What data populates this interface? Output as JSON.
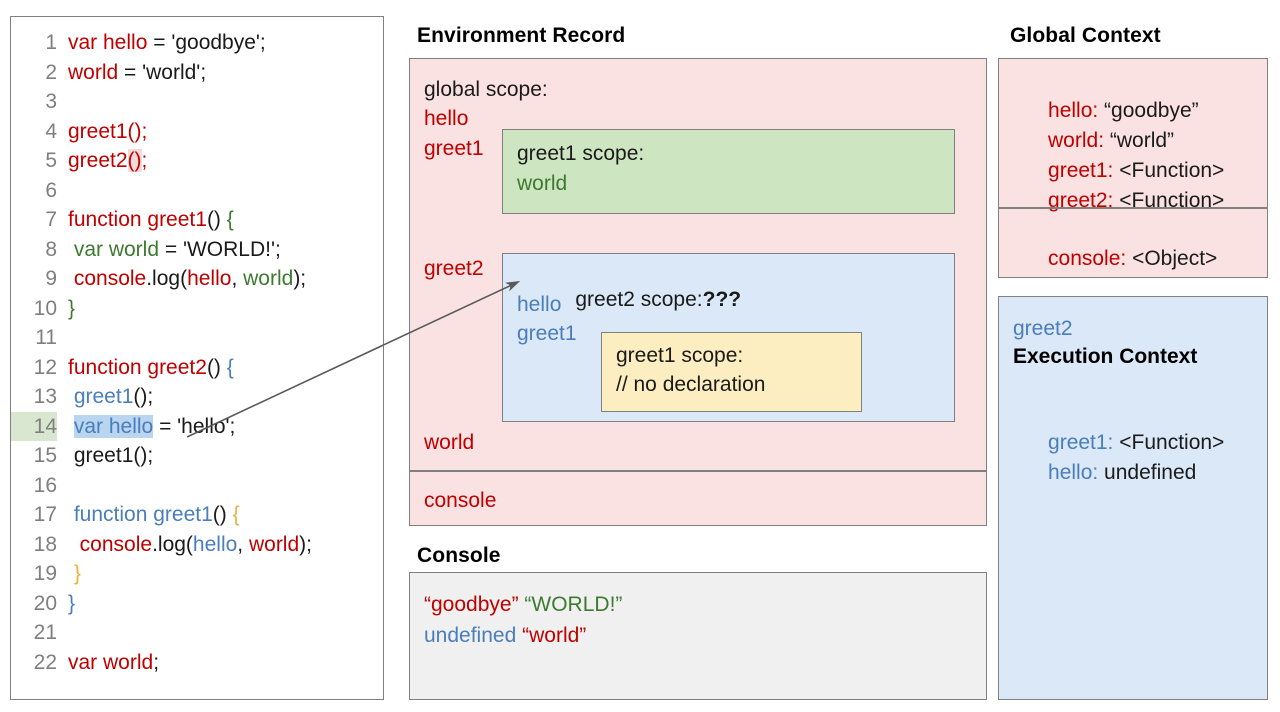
{
  "code_panel": {
    "lines": [
      {
        "num": "1",
        "tokens": [
          {
            "t": "var hello",
            "c": "red"
          },
          {
            "t": " = 'goodbye';",
            "c": "blk"
          }
        ]
      },
      {
        "num": "2",
        "tokens": [
          {
            "t": "world",
            "c": "red"
          },
          {
            "t": " = 'world';",
            "c": "blk"
          }
        ]
      },
      {
        "num": "3",
        "tokens": []
      },
      {
        "num": "4",
        "tokens": [
          {
            "t": "greet1",
            "c": "red"
          },
          {
            "t": "();",
            "c": "red"
          }
        ]
      },
      {
        "num": "5",
        "tokens": [
          {
            "t": "greet2",
            "c": "red"
          },
          {
            "t": "()",
            "c": "red",
            "hl": "pink"
          },
          {
            "t": ";",
            "c": "red"
          }
        ]
      },
      {
        "num": "6",
        "tokens": []
      },
      {
        "num": "7",
        "tokens": [
          {
            "t": "function greet1",
            "c": "red"
          },
          {
            "t": "() ",
            "c": "blk"
          },
          {
            "t": "{",
            "c": "green"
          }
        ]
      },
      {
        "num": "8",
        "tokens": [
          {
            "t": " var world",
            "c": "green"
          },
          {
            "t": " = 'WORLD!';",
            "c": "blk"
          }
        ]
      },
      {
        "num": "9",
        "tokens": [
          {
            "t": " console",
            "c": "red"
          },
          {
            "t": ".log(",
            "c": "blk"
          },
          {
            "t": "hello",
            "c": "red"
          },
          {
            "t": ", ",
            "c": "blk"
          },
          {
            "t": "world",
            "c": "green"
          },
          {
            "t": ");",
            "c": "blk"
          }
        ]
      },
      {
        "num": "10",
        "tokens": [
          {
            "t": "}",
            "c": "green"
          }
        ]
      },
      {
        "num": "11",
        "tokens": []
      },
      {
        "num": "12",
        "tokens": [
          {
            "t": "function greet2",
            "c": "red"
          },
          {
            "t": "() ",
            "c": "blk"
          },
          {
            "t": "{",
            "c": "blue"
          }
        ]
      },
      {
        "num": "13",
        "tokens": [
          {
            "t": " greet1",
            "c": "blue"
          },
          {
            "t": "();",
            "c": "blk"
          }
        ]
      },
      {
        "num": "14",
        "tokens": [
          {
            "t": " ",
            "c": "blk"
          },
          {
            "t": "var hello",
            "c": "blue",
            "hl": "blue"
          },
          {
            "t": " = 'hello';",
            "c": "blk"
          }
        ],
        "num_hl": true
      },
      {
        "num": "15",
        "tokens": [
          {
            "t": " greet1();",
            "c": "blk"
          }
        ]
      },
      {
        "num": "16",
        "tokens": []
      },
      {
        "num": "17",
        "tokens": [
          {
            "t": " function greet1",
            "c": "blue"
          },
          {
            "t": "() ",
            "c": "blk"
          },
          {
            "t": "{",
            "c": "gold"
          }
        ]
      },
      {
        "num": "18",
        "tokens": [
          {
            "t": "  console",
            "c": "red"
          },
          {
            "t": ".log(",
            "c": "blk"
          },
          {
            "t": "hello",
            "c": "blue"
          },
          {
            "t": ", ",
            "c": "blk"
          },
          {
            "t": "world",
            "c": "red"
          },
          {
            "t": ");",
            "c": "blk"
          }
        ]
      },
      {
        "num": "19",
        "tokens": [
          {
            "t": " }",
            "c": "gold"
          }
        ]
      },
      {
        "num": "20",
        "tokens": [
          {
            "t": "}",
            "c": "blue"
          }
        ]
      },
      {
        "num": "21",
        "tokens": []
      },
      {
        "num": "22",
        "tokens": [
          {
            "t": "var world",
            "c": "red"
          },
          {
            "t": ";",
            "c": "blk"
          }
        ]
      }
    ]
  },
  "environment_record": {
    "title": "Environment Record",
    "global_scope_label": "global scope:",
    "global_bindings_top": [
      "hello",
      "greet1"
    ],
    "greet2_binding": "greet2",
    "world_binding": "world",
    "console_binding": "console",
    "greet1_scope": {
      "label": "greet1 scope:",
      "bindings": [
        "world"
      ]
    },
    "greet2_scope": {
      "label": "greet2 scope:",
      "unknown_marker": "???",
      "bindings": [
        "hello",
        "greet1"
      ],
      "nested_greet1": {
        "label": "greet1 scope:",
        "note": "// no declaration"
      }
    }
  },
  "console": {
    "title": "Console",
    "lines": [
      [
        {
          "t": "“goodbye”",
          "c": "red"
        },
        {
          "t": " ",
          "c": "blk"
        },
        {
          "t": "“WORLD!”",
          "c": "green"
        }
      ],
      [
        {
          "t": "undefined",
          "c": "blue"
        },
        {
          "t": " ",
          "c": "blk"
        },
        {
          "t": "“world”",
          "c": "red"
        }
      ]
    ]
  },
  "global_context": {
    "title": "Global Context",
    "entries": [
      {
        "key": "hello:",
        "value": " “goodbye”"
      },
      {
        "key": "world:",
        "value": " “world”"
      },
      {
        "key": "greet1:",
        "value": " <Function>"
      },
      {
        "key": "greet2:",
        "value": " <Function>"
      }
    ],
    "builtins": [
      {
        "key": "console:",
        "value": " <Object>"
      }
    ]
  },
  "execution_context": {
    "name": "greet2",
    "title": "Execution Context",
    "entries": [
      {
        "key": "greet1:",
        "value": " <Function>"
      },
      {
        "key": "hello:",
        "value": " undefined"
      }
    ]
  },
  "colors": {
    "red": "#c00000",
    "green": "#3d7a30",
    "blue": "#4a7ebb",
    "gold": "#e8b33a",
    "panel_red_bg": "#fbe2e2",
    "panel_green_bg": "#cde5c0",
    "panel_blue_bg": "#dbe8f7",
    "panel_yellow_bg": "#fdeec2",
    "panel_gray_bg": "#f0f0f0",
    "border": "#808080"
  }
}
